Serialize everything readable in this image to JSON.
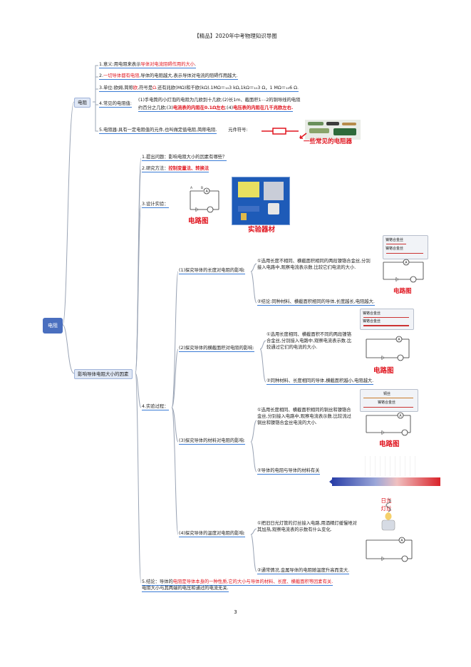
{
  "header": {
    "title": "【精品】2020年中考物理知识导图"
  },
  "page_number": "3",
  "root": "电阻",
  "branch1": {
    "label": "电阻",
    "items": [
      {
        "prefix": "1.意义:用电阻来表示",
        "red": "导体对电流阻碍作用的大小",
        "suffix": "."
      },
      {
        "prefix": "2.",
        "red": "一切导体都有电阻",
        "suffix": ",导体的电阻越大,表示导体对电流的阻碍作用越大."
      },
      {
        "prefix": "3.单位:欧姆,简称",
        "red": "欧",
        "mid": ",符号是",
        "red2": "Ω",
        "suffix": ".还有兆欧(MΩ)和千欧(kΩ).1MΩ＝₁₀3 kΩ,1kΩ＝₁₀3 Ω，1 MΩ＝₁₀6 Ω."
      },
      {
        "label": "4.常见的电阻值:"
      },
      {
        "prefix": "5.电阻器:具有一定电阻值的元件,也叫做定值电阻,简称电阻.",
        "suffix": "元件符号:"
      }
    ],
    "common_values": {
      "line1": "(1)手电筒的小灯泡的电阻为几欧到十几欧;(2)长1m、截面积1₋₋2的铜导线的电阻",
      "line2a": "约百分之几欧;(3)",
      "line2b": "电流表的内阻在0.1Ω左右",
      "line2c": ";(4)",
      "line2d": "电压表的内阻在几千兆欧左右."
    },
    "resistor_caption": "一些常见的电阻器"
  },
  "branch2": {
    "label": "影响导体电阻大小的因素",
    "q1": "1.提出问题：影响电阻大小的因素有哪些？",
    "q2_prefix": "2.研究方法：",
    "q2_red": "控制变量法、转换法",
    "q3": "3.设计实验：",
    "cap_circuit": "电路图",
    "cap_equipment": "实验器材",
    "q4": "4.实验过程：",
    "sub": [
      {
        "label": "(1)探究导体的长度对电阻的影响:",
        "step1": "①选用长度不相同、横截面积相同的两段镍铬合金丝,分别接入电路中,观察电流表示数.比较它们电流的大小.",
        "step2": "②结论:同种材料、横截面积相同的导体,长度越长,电阻越大.",
        "wire_a": "镍铬合金丝",
        "wire_b": "镍铬合金丝",
        "cap": "电路图"
      },
      {
        "label": "(2)探究导体的横截面积对电阻的影响:",
        "step1": "①选用长度相同、横截面积不同的两段镍铬合金丝,分别接入电路中,观察电流表示数.比较通过它们的电流的大小.",
        "step2": "②同种材料、长度相同的导体,横截面积越小,电阻越大.",
        "wire_a": "镍铬合金丝",
        "wire_b": "镍铬合金丝",
        "cap": "电路图"
      },
      {
        "label": "(3)探究导体的材料对电阻的影响:",
        "step1": "①选用长度相同、横截面积相同的铜丝和镍铬合金丝,分别接入电路中,观察电流表示数.比较流过铜丝和镍铬合金丝电流的大小.",
        "step2": "②导体的电阻与导体的材料有关",
        "wire_a": "铜丝",
        "wire_b": "镍铬合金丝",
        "cap": "电路图"
      },
      {
        "label": "(4)探究导体的温度对电阻的影响:",
        "step1": "①把旧日光灯管的灯丝接入电路,用酒精灯缓慢地对其加热,观察电流表的示数有什么变化.",
        "step2": "②通常情况,金属导体的电阻随温度升高而变大.",
        "lamp_caption": "日光灯丝"
      }
    ],
    "q5_prefix": "5.结论：导体的",
    "q5_red": "电阻是导体本身的一种性质,它的大小与导体的材料、长度、横截面积等因素有关.",
    "q5_line2": "电阻大小与其两端的电压和通过的电流无关."
  },
  "colors": {
    "accent": "#e0141e",
    "node": "#dfe7f5",
    "root": "#4a6fbf",
    "line": "#9aa4b5"
  }
}
